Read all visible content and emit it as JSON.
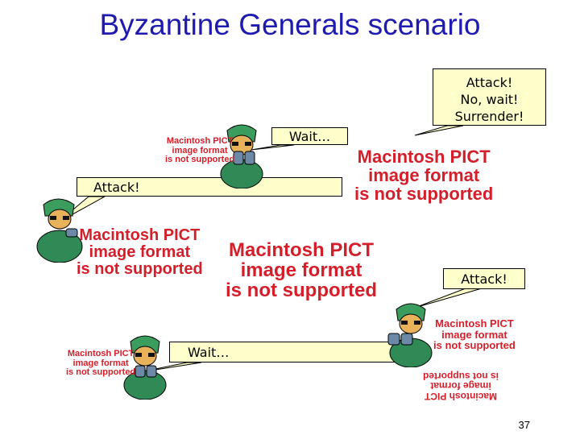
{
  "title": "Byzantine Generals scenario",
  "bubbles": {
    "top_right": [
      "Attack!",
      "No, wait!",
      "Surrender!"
    ],
    "wait_top": "Wait…",
    "attack_left": "Attack!",
    "attack_right": "Attack!",
    "wait_bottom": "Wait…"
  },
  "pict": {
    "line1": "Macintosh PICT",
    "line2": "image format",
    "line3": "is not supported"
  },
  "page_number": "37",
  "colors": {
    "title": "#1f1ab0",
    "bubble_fill": "#ffffcc",
    "pict_text": "#d41f2a"
  }
}
